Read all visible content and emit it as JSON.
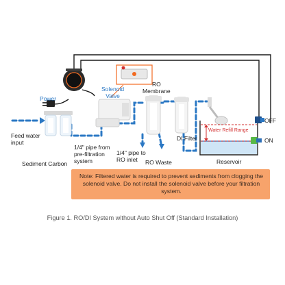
{
  "labels": {
    "power": "Power",
    "solenoid_valve": "Solenoid\nValve",
    "ro_membrane": "RO\nMembrane",
    "feed_water_input": "Feed water\ninput",
    "sediment_carbon": "Sediment Carbon",
    "pipe_pre_filtration": "1/4\" pipe from\npre-filtration\nsystem",
    "pipe_ro_inlet": "1/4\" pipe to\nRO inlet",
    "ro_waste": "RO Waste",
    "di_filter": "DI Filter",
    "water_refill_range": "Water Refill Range",
    "reservoir": "Reservoir",
    "off": "OFF",
    "on": "ON"
  },
  "note": "Note: Filtered water is required to prevent sediments from clogging the solenoid valve. Do not install the solenoid valve before your filtration system.",
  "caption": "Figure 1. RO/DI System without Auto Shut Off (Standard Installation)",
  "colors": {
    "pipe_blue": "#2b78c4",
    "note_bg": "#f7a36b",
    "highlight": "#f26a21",
    "refill_red": "#d32f2f",
    "switch_on": "#58b947"
  }
}
